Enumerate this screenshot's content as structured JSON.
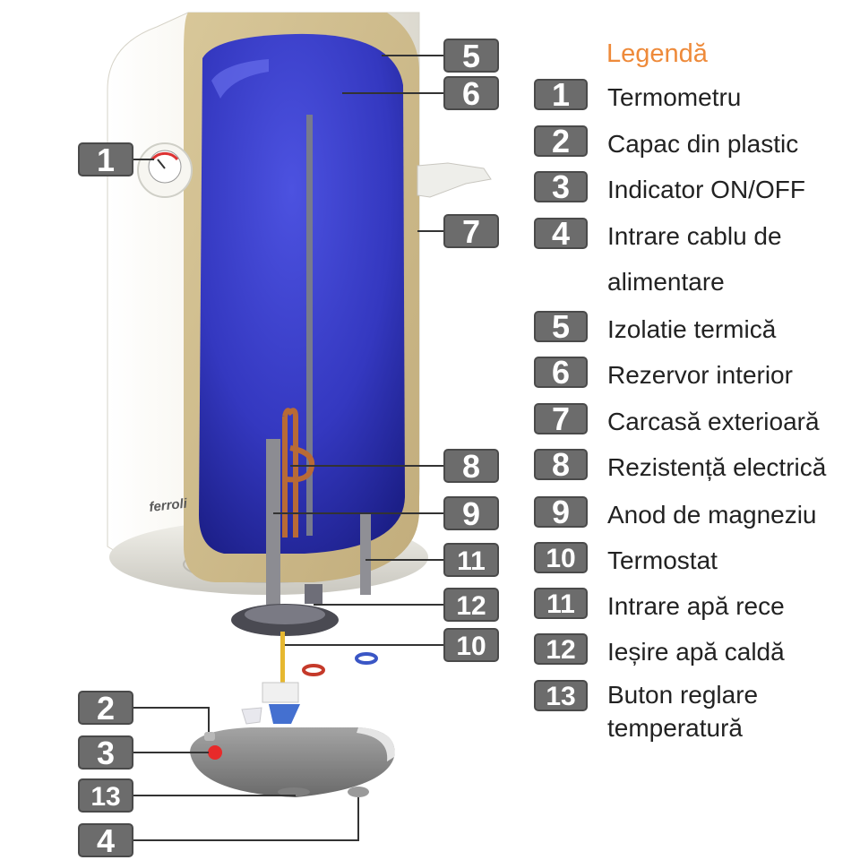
{
  "diagram": {
    "brand": "ferroli",
    "colors": {
      "callout": "#6c6c6c",
      "callout_border": "#4a4a4a",
      "legend_title": "#ee8a3a",
      "tank_blue": "#3a3fc8",
      "insulation": "#cdb98a",
      "shell": "#f3f1e9"
    },
    "callouts": {
      "c1": "1",
      "c2": "2",
      "c3": "3",
      "c4": "4",
      "c5": "5",
      "c6": "6",
      "c7": "7",
      "c8": "8",
      "c9": "9",
      "c10": "10",
      "c11": "11",
      "c12": "12",
      "c13": "13"
    }
  },
  "legend": {
    "title": "Legendă",
    "items": [
      {
        "num": "1",
        "line1": "Termometru"
      },
      {
        "num": "2",
        "line1": "Capac din plastic"
      },
      {
        "num": "3",
        "line1": "Indicator ON/OFF"
      },
      {
        "num": "4",
        "line1": "Intrare cablu de",
        "line2": "alimentare"
      },
      {
        "num": "5",
        "line1": "Izolatie termică"
      },
      {
        "num": "6",
        "line1": "Rezervor interior"
      },
      {
        "num": "7",
        "line1": "Carcasă exterioară"
      },
      {
        "num": "8",
        "line1": "Rezistență electrică"
      },
      {
        "num": "9",
        "line1": "Anod de magneziu"
      },
      {
        "num": "10",
        "line1": "Termostat"
      },
      {
        "num": "11",
        "line1": "Intrare apă rece"
      },
      {
        "num": "12",
        "line1": "Ieșire apă caldă"
      },
      {
        "num": "13",
        "line1": "Buton reglare",
        "line2": "temperatură"
      }
    ]
  }
}
